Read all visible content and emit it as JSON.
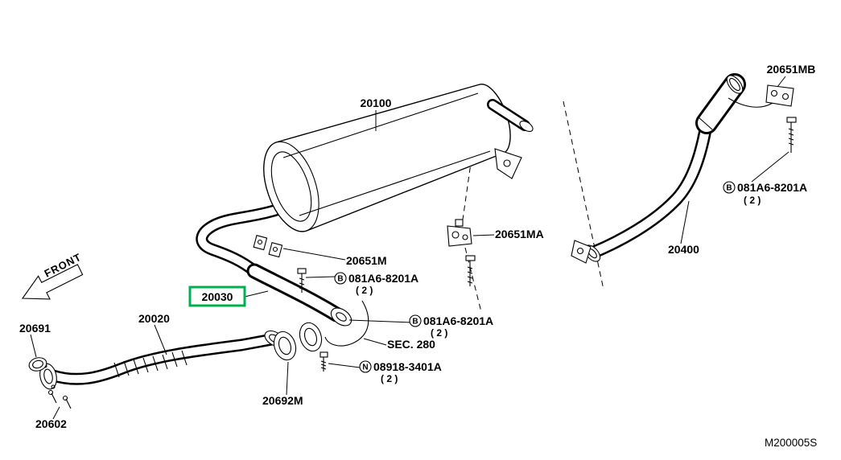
{
  "colors": {
    "highlight": "#00b050",
    "line": "#000000"
  },
  "diagram_code": "M200005S",
  "front_label": "FRONT",
  "labels": {
    "muffler": "20100",
    "hanger_mb": "20651MB",
    "hanger_ma": "20651MA",
    "hanger_m": "20651M",
    "tailpipe": "20400",
    "center_pipe": "20030",
    "front_pipe": "20020",
    "ring_gasket": "20691",
    "flange_gasket": "20692M",
    "mount_stud": "20602",
    "section_ref": "SEC. 280",
    "bolt_number": "081A6-8201A",
    "bolt_prefix": "B",
    "nut_number": "08918-3401A",
    "nut_prefix": "N",
    "qty_two": "( 2 )"
  }
}
